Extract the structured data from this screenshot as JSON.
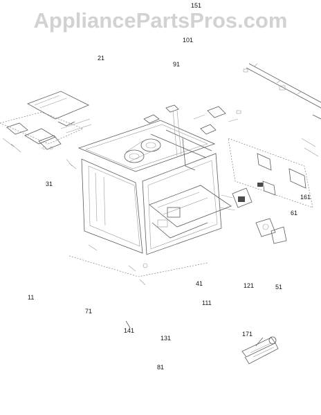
{
  "watermark": "AppliancePartsPros.com",
  "callouts": {
    "c151": "151",
    "c101": "101",
    "c21": "21",
    "c91": "91",
    "c31": "31",
    "c161": "161",
    "c61": "61",
    "c41": "41",
    "c121": "121",
    "c51": "51",
    "c11": "11",
    "c111": "111",
    "c71": "71",
    "c141": "141",
    "c131": "131",
    "c171": "171",
    "c81": "81"
  }
}
